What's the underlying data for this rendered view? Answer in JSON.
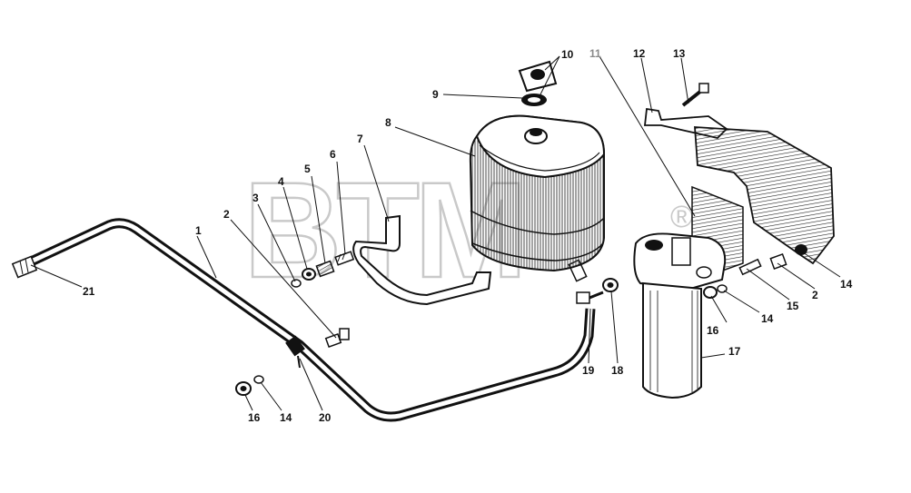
{
  "watermark": {
    "text": "BTM",
    "mark": "®",
    "color": "#c9c9c9"
  },
  "callouts": [
    {
      "id": "c1",
      "label": "1"
    },
    {
      "id": "c2a",
      "label": "2"
    },
    {
      "id": "c2b",
      "label": "2"
    },
    {
      "id": "c3",
      "label": "3"
    },
    {
      "id": "c4",
      "label": "4"
    },
    {
      "id": "c5",
      "label": "5"
    },
    {
      "id": "c6",
      "label": "6"
    },
    {
      "id": "c7",
      "label": "7"
    },
    {
      "id": "c8",
      "label": "8"
    },
    {
      "id": "c9",
      "label": "9"
    },
    {
      "id": "c10",
      "label": "10"
    },
    {
      "id": "c11",
      "label": "11"
    },
    {
      "id": "c12",
      "label": "12"
    },
    {
      "id": "c13",
      "label": "13"
    },
    {
      "id": "c14a",
      "label": "14"
    },
    {
      "id": "c14b",
      "label": "14"
    },
    {
      "id": "c14c",
      "label": "14"
    },
    {
      "id": "c15",
      "label": "15"
    },
    {
      "id": "c16a",
      "label": "16"
    },
    {
      "id": "c16b",
      "label": "16"
    },
    {
      "id": "c17",
      "label": "17"
    },
    {
      "id": "c18",
      "label": "18"
    },
    {
      "id": "c19",
      "label": "19"
    },
    {
      "id": "c20",
      "label": "20"
    },
    {
      "id": "c21",
      "label": "21"
    }
  ],
  "colors": {
    "ink": "#111111",
    "callout_highlight": "#8a8a8a",
    "background": "#ffffff"
  }
}
